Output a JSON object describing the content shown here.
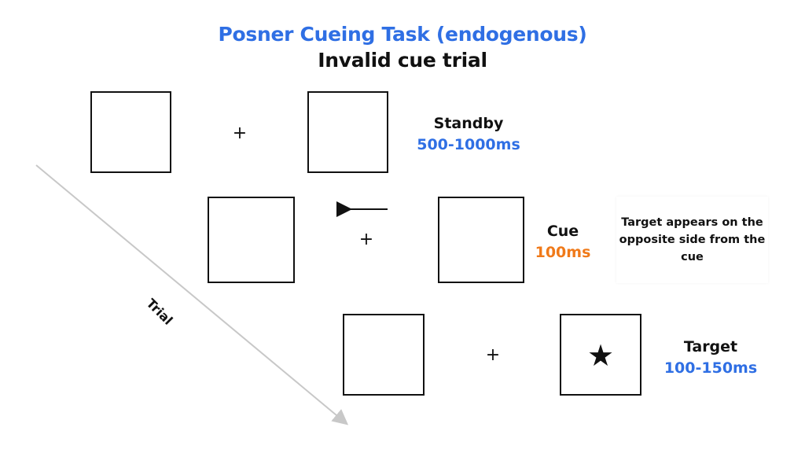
{
  "title": "Posner Cueing Task (endogenous)",
  "subtitle": "Invalid cue trial",
  "fixation_symbol": "+",
  "trial_axis_label": "Trial",
  "target_symbol": "★",
  "icons": {
    "cue": "arrow-left-icon",
    "target": "star-icon",
    "fixation": "plus-icon"
  },
  "stages": [
    {
      "name": "Standby",
      "duration": "500-1000ms",
      "duration_color": "#2f6fe4"
    },
    {
      "name": "Cue",
      "duration": "100ms",
      "duration_color": "#f07a1a"
    },
    {
      "name": "Target",
      "duration": "100-150ms",
      "duration_color": "#2f6fe4"
    }
  ],
  "note": "Target appears on the opposite side from the cue",
  "colors": {
    "title": "#2f6fe4",
    "axis": "#c8c8c8"
  }
}
